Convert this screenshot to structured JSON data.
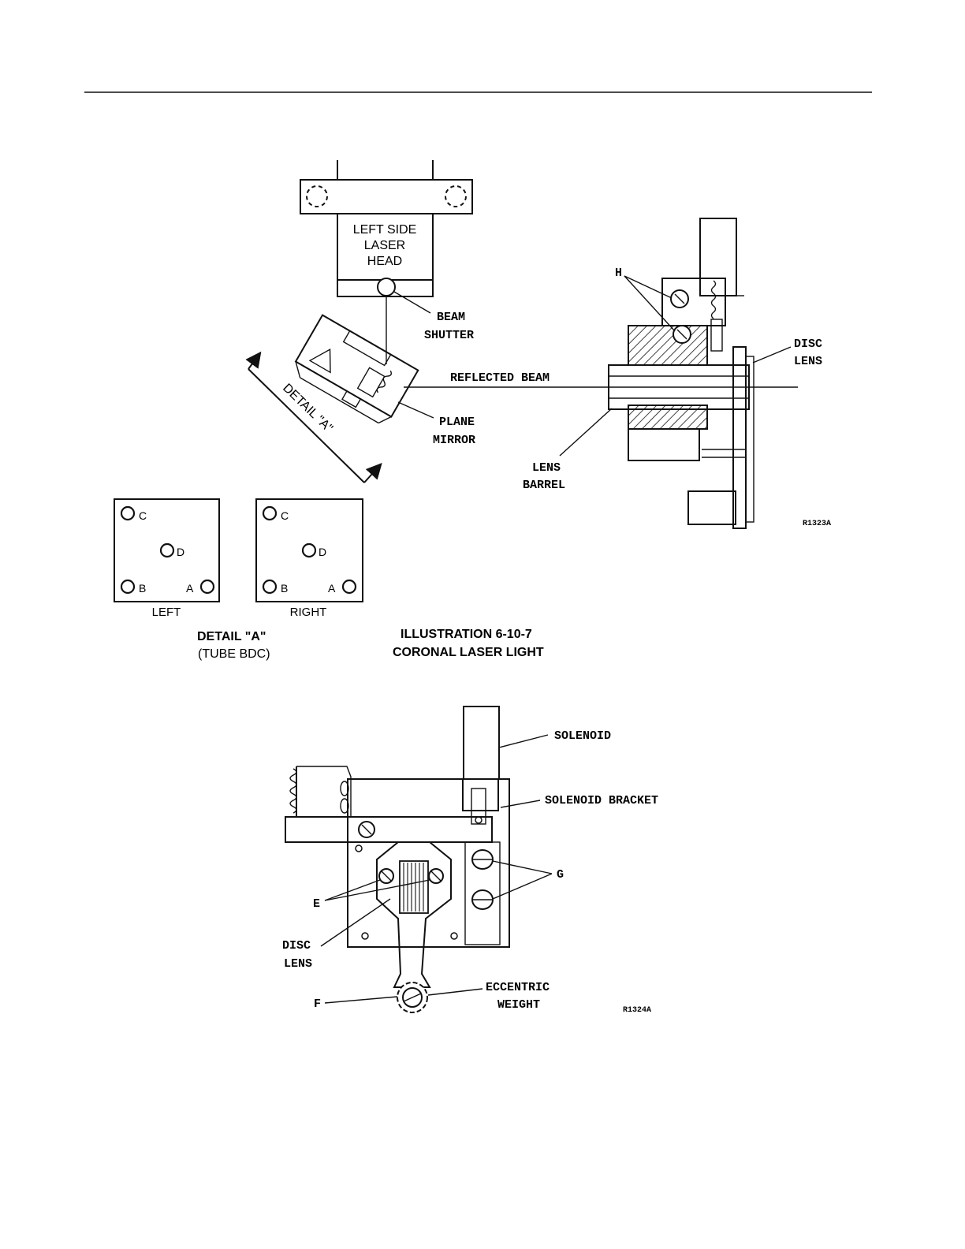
{
  "figure1": {
    "laser_head": [
      "LEFT SIDE",
      "LASER",
      "HEAD"
    ],
    "beam_shutter": [
      "BEAM",
      "SHUTTER"
    ],
    "reflected_beam": "REFLECTED BEAM",
    "plane_mirror": [
      "PLANE",
      "MIRROR"
    ],
    "lens_barrel": [
      "LENS",
      "BARREL"
    ],
    "disc_lens": [
      "DISC",
      "LENS"
    ],
    "callout_h": "H",
    "detail_arrow_label": "DETAIL \"A\"",
    "ref_code": "R1323A",
    "detail_left": {
      "c": "C",
      "d": "D",
      "b": "B",
      "a": "A",
      "caption": "LEFT"
    },
    "detail_right": {
      "c": "C",
      "d": "D",
      "b": "B",
      "a": "A",
      "caption": "RIGHT"
    },
    "detail_title": "DETAIL \"A\"",
    "detail_subtitle": "(TUBE BDC)",
    "illustration_number": "ILLUSTRATION 6-10-7",
    "illustration_title": "CORONAL LASER LIGHT"
  },
  "figure2": {
    "solenoid": "SOLENOID",
    "solenoid_bracket": "SOLENOID BRACKET",
    "callout_g": "G",
    "callout_e": "E",
    "disc_lens": [
      "DISC",
      "LENS"
    ],
    "eccentric_weight": [
      "ECCENTRIC",
      "WEIGHT"
    ],
    "callout_f": "F",
    "ref_code": "R1324A"
  }
}
